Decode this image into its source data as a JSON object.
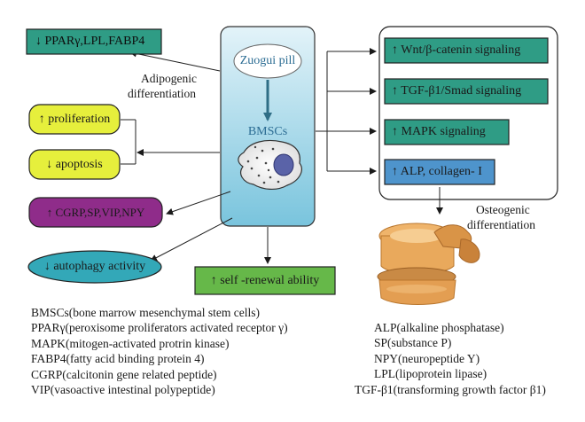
{
  "center": {
    "pill_label": "Zuogui pill",
    "bmsc_label": "BMSCs"
  },
  "left_boxes": {
    "ppar": "↓ PPARγ,LPL,FABP4",
    "proliferation": "↑ proliferation",
    "apoptosis": "↓ apoptosis",
    "cgrp": "↑ CGRP,SP,VIP,NPY",
    "autophagy": "↓ autophagy activity",
    "self_renewal": "↑ self -renewal ability"
  },
  "right_boxes": {
    "wnt": "↑ Wnt/β-catenin signaling",
    "tgf": "↑ TGF-β1/Smad signaling",
    "mapk": "↑ MAPK signaling",
    "alp": "↑ ALP, collagen- I"
  },
  "labels": {
    "adipogenic_line1": "Adipogenic",
    "adipogenic_line2": "differentiation",
    "osteogenic_line1": "Osteogenic",
    "osteogenic_line2": "differentiation"
  },
  "legend_left": [
    "BMSCs(bone marrow mesenchymal stem cells)",
    "PPARγ(peroxisome proliferators activated receptor γ)",
    "MAPK(mitogen-activated protrin kinase)",
    "FABP4(fatty acid binding protein 4)",
    "CGRP(calcitonin gene related peptide)",
    "VIP(vasoactive intestinal polypeptide)"
  ],
  "legend_right": [
    "ALP(alkaline phosphatase)",
    "SP(substance P)",
    "NPY(neuropeptide Y)",
    "LPL(lipoprotein lipase)",
    "TGF-β1(transforming growth factor β1)"
  ],
  "colors": {
    "center_gradient_top": "#dff1f8",
    "center_gradient_bottom": "#7ec8e0",
    "teal_box": "#2f9c85",
    "yellow_box": "#e6ef3c",
    "purple_box": "#8f2c8a",
    "blue_box": "#4e94cc",
    "teal_ellipse": "#33a8b8",
    "green_box": "#66b849",
    "arrow": "#2f6e86",
    "bone": "#e9a95c"
  }
}
